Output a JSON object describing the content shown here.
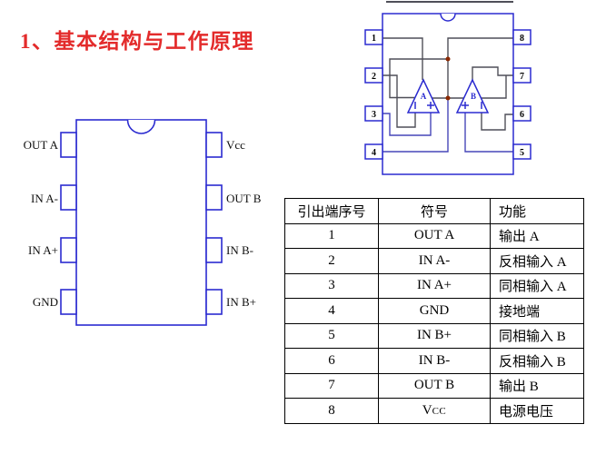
{
  "title": "1、基本结构与工作原理",
  "dip_diagram": {
    "left_labels": [
      "OUT A",
      "IN A-",
      "IN A+",
      "GND"
    ],
    "right_labels": [
      "Vcc",
      "OUT B",
      "IN B-",
      "IN B+"
    ]
  },
  "schematic": {
    "left_pin_numbers": [
      "1",
      "2",
      "3",
      "4"
    ],
    "right_pin_numbers": [
      "8",
      "7",
      "6",
      "5"
    ],
    "opamp_a": "A",
    "opamp_b": "B"
  },
  "pin_table": {
    "headers": [
      "引出端序号",
      "符号",
      "功能"
    ],
    "rows": [
      {
        "num": "1",
        "sym": "OUT A",
        "func": "输出 A"
      },
      {
        "num": "2",
        "sym": "IN A-",
        "func": "反相输入 A"
      },
      {
        "num": "3",
        "sym": "IN A+",
        "func": "同相输入 A"
      },
      {
        "num": "4",
        "sym": "GND",
        "func": "接地端"
      },
      {
        "num": "5",
        "sym": "IN B+",
        "func": "同相输入 B"
      },
      {
        "num": "6",
        "sym": "IN B-",
        "func": "反相输入 B"
      },
      {
        "num": "7",
        "sym": "OUT B",
        "func": "输出 B"
      },
      {
        "num": "8",
        "sym": "V",
        "sym_small": "CC",
        "func": "电源电压"
      }
    ]
  },
  "colors": {
    "diagram_blue": "#2b2bd0",
    "wire_dark": "#4f4f58",
    "wire_blue": "#4747b8",
    "junction_red": "#8b2800",
    "title_red": "#e32b2b"
  }
}
